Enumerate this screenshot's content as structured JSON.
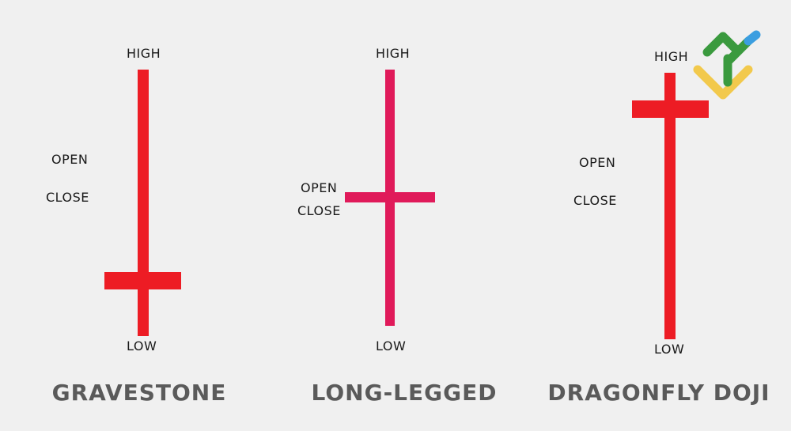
{
  "candles": [
    {
      "name": "GRAVESTONE",
      "color": "#ed1c24",
      "labels": {
        "high": "HIGH",
        "open": "OPEN",
        "close": "CLOSE",
        "low": "LOW"
      }
    },
    {
      "name": "LONG-LEGGED",
      "color": "#e01a5a",
      "labels": {
        "high": "HIGH",
        "open": "OPEN",
        "close": "CLOSE",
        "low": "LOW"
      }
    },
    {
      "name": "DRAGONFLY DOJI",
      "color": "#ed1c24",
      "labels": {
        "high": "HIGH",
        "open": "OPEN",
        "close": "CLOSE",
        "low": "LOW"
      }
    }
  ],
  "logo": {
    "icon": "brand-logo-icon",
    "colors": {
      "green": "#3a9a3e",
      "yellow": "#f2c94c",
      "blue": "#3b9ee0"
    }
  }
}
